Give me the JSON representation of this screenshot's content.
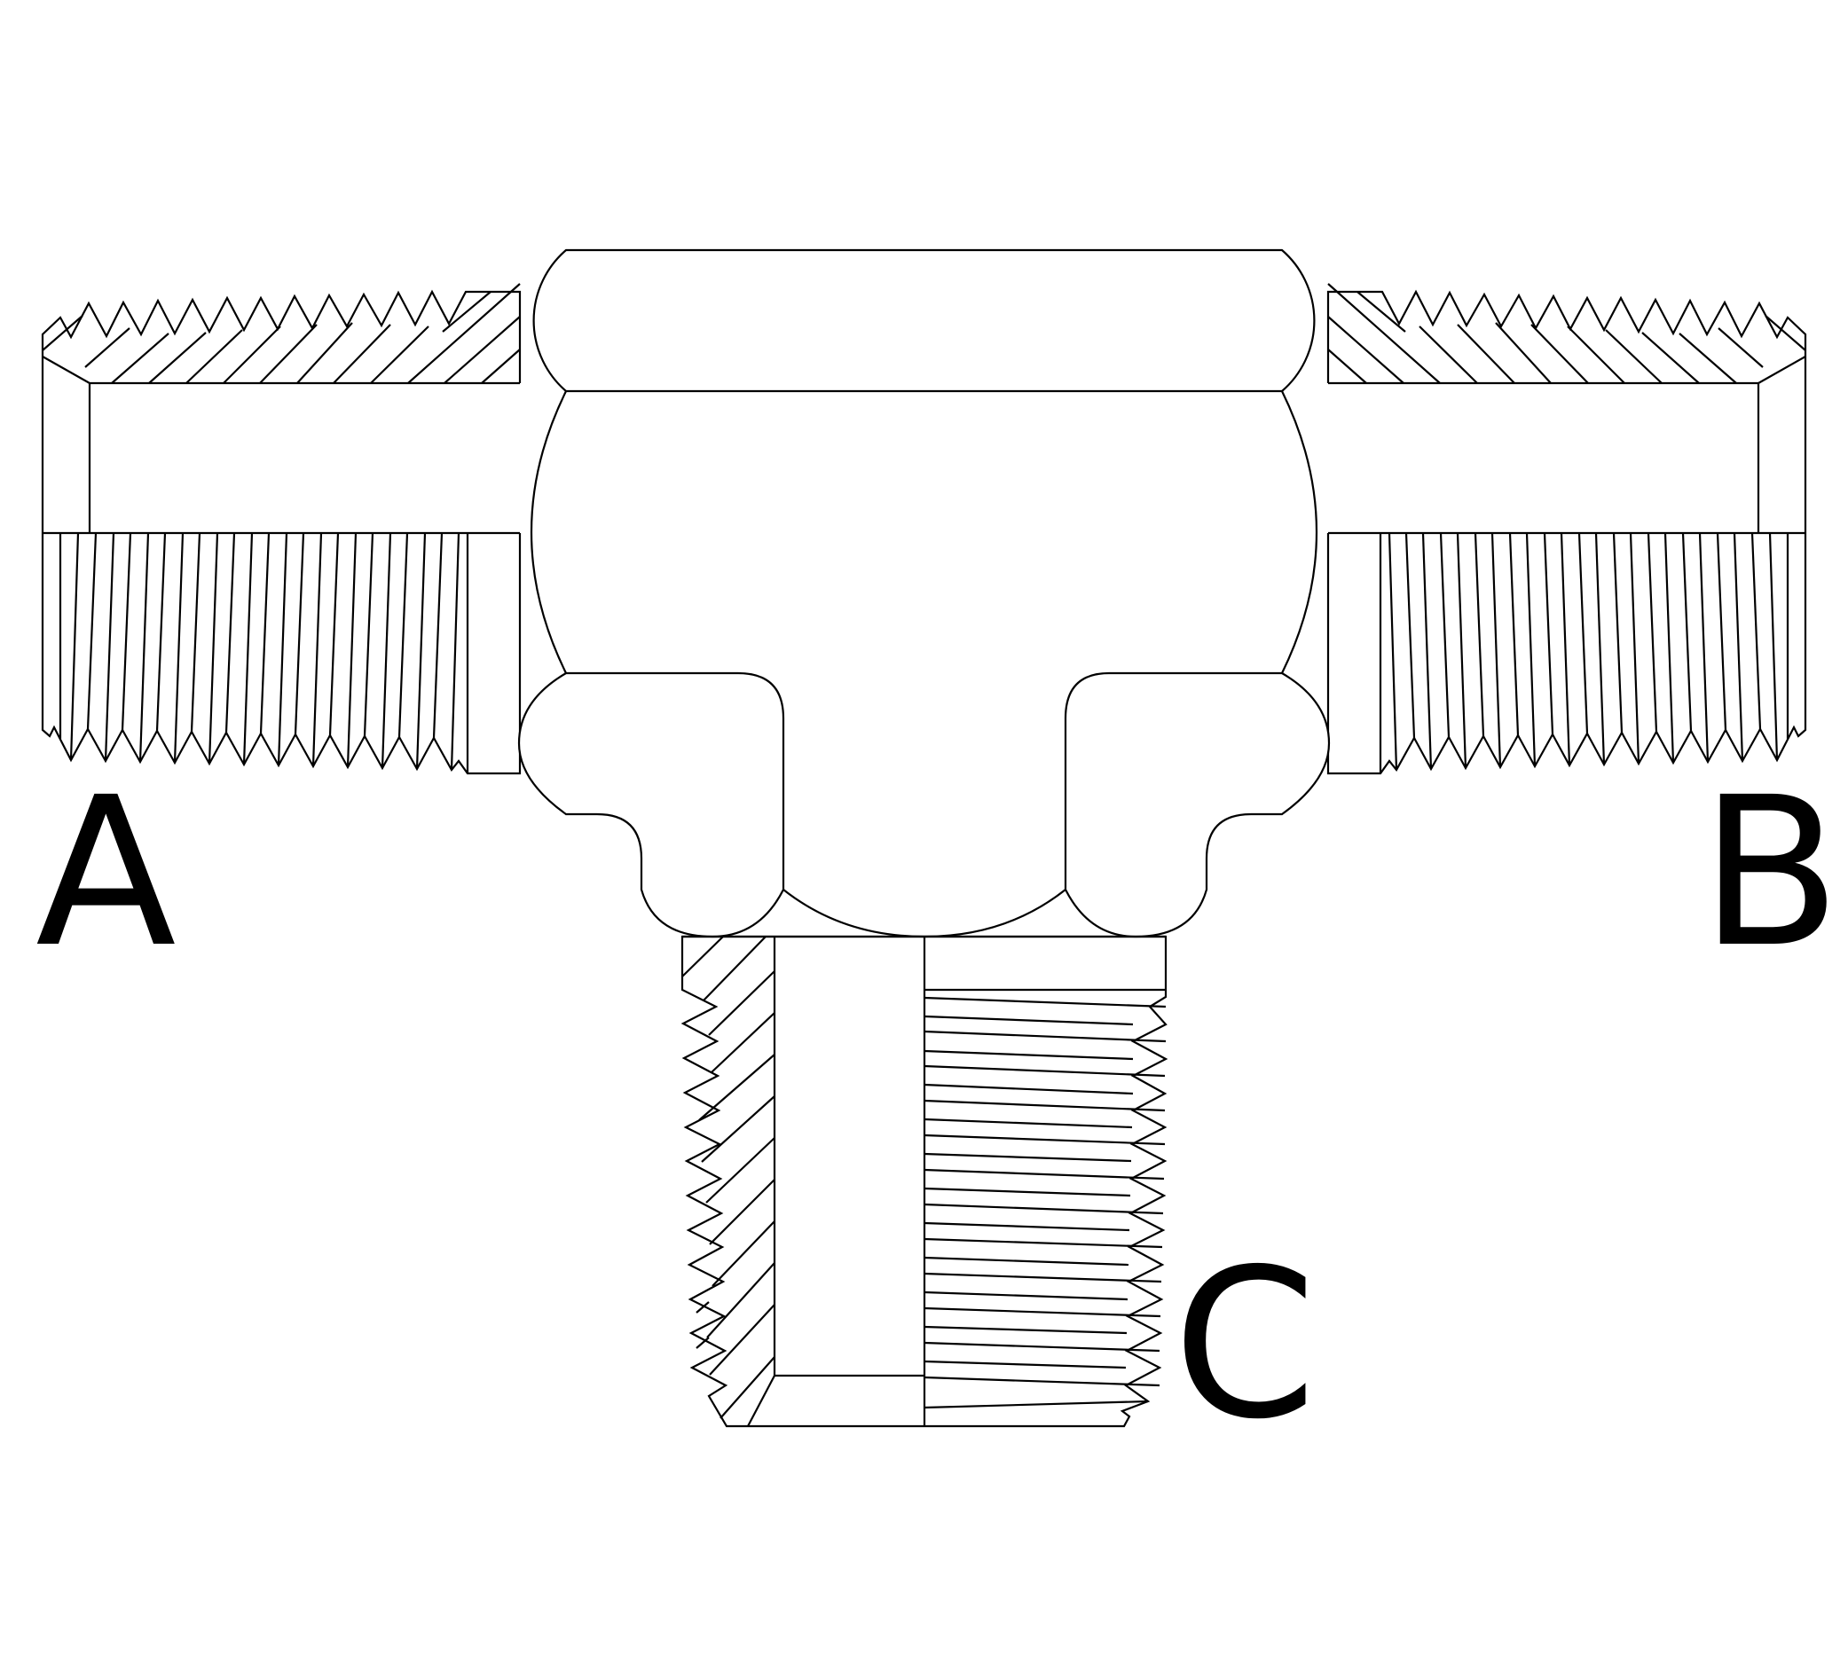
{
  "diagram": {
    "subject": "Pipe tee fitting cross-section with three threaded ports",
    "line_color": "#000000",
    "background_color": "#ffffff",
    "ports": [
      {
        "id": "A",
        "label": "A",
        "position": "left",
        "thread": "male tapered, hatched section on top half"
      },
      {
        "id": "B",
        "label": "B",
        "position": "right",
        "thread": "male tapered, hatched section on top half"
      },
      {
        "id": "C",
        "label": "C",
        "position": "bottom",
        "thread": "male tapered, hatched section on left half"
      }
    ]
  }
}
